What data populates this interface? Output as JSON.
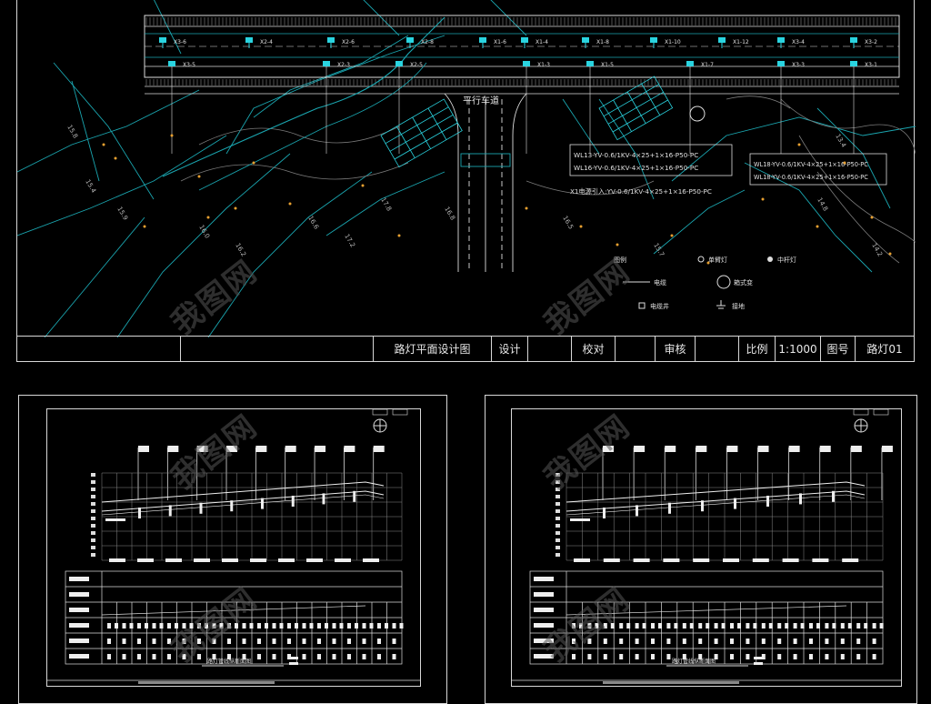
{
  "plan": {
    "road_label": "平行车道",
    "sheet_title": "路灯平面设计图",
    "design_label": "设计",
    "check_label": "校对",
    "review_label": "审核",
    "scale_label": "比例",
    "scale_value": "1:1000",
    "drawing_no_label": "图号",
    "drawing_no_value": "路灯01",
    "cable_notes": [
      "WL13-YV-0.6/1KV-4×25+1×16-P50-PC",
      "WL16-YV-0.6/1KV-4×25+1×16-P50-PC",
      "X1电源引入:YV-0.6/1KV-4×25+1×16-P50-PC",
      "WL18-YV-0.6/1KV-4×25+1×16-P50-PC",
      "WL18-YV-0.6/1KV-4×25+1×16-P50-PC"
    ],
    "legend": {
      "title": "图例",
      "items": [
        {
          "symbol": "lamp",
          "label": "单臂灯"
        },
        {
          "symbol": "double-lamp",
          "label": "中杆灯"
        },
        {
          "symbol": "cable",
          "label": "电缆"
        },
        {
          "symbol": "box",
          "label": "箱式变"
        },
        {
          "symbol": "well",
          "label": "电缆井"
        },
        {
          "symbol": "ground",
          "label": "接地"
        }
      ]
    },
    "lamp_labels_top": [
      "X3-6",
      "X2-4",
      "X2-6",
      "X2-8",
      "X1-6",
      "X1-4",
      "X1-8",
      "X1-10",
      "X1-12",
      "X3-4",
      "X3-2"
    ],
    "lamp_labels_bottom": [
      "X3-5",
      "X2-3",
      "X2-5",
      "X1-3",
      "X1-5",
      "X1-7",
      "X3-3",
      "X3-1"
    ],
    "elevations": [
      "15.8",
      "15.4",
      "15.9",
      "16.0",
      "16.2",
      "16.6",
      "17.2",
      "17.8",
      "16.8",
      "16.5",
      "15.7",
      "14.8",
      "13.4",
      "14.2"
    ]
  },
  "profile_left": {
    "title": "路灯管线纵断面图"
  },
  "profile_right": {
    "title": "路灯管线纵断面图"
  },
  "watermark": "我图网"
}
